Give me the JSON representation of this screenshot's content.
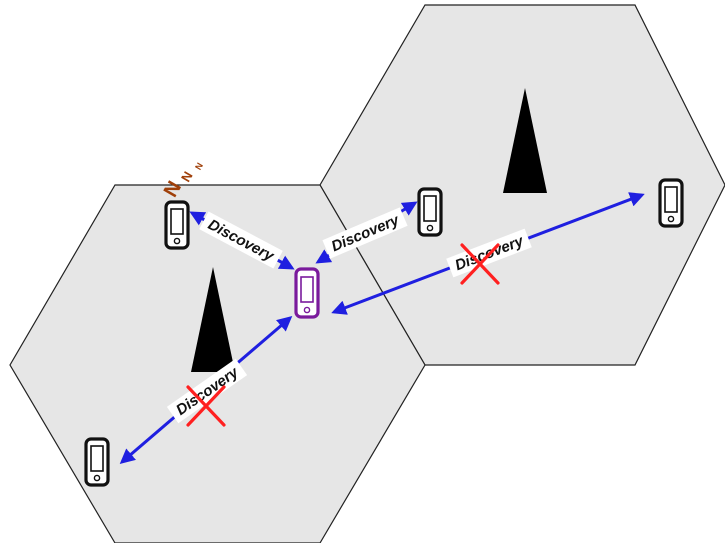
{
  "links": {
    "discovery_1": "Discovery",
    "discovery_2": "Discovery",
    "discovery_3": "Discovery",
    "discovery_4": "Discovery"
  },
  "sleep_symbol": {
    "z1": "N",
    "z2": "N",
    "z3": "N"
  },
  "colors": {
    "cell_fill": "#e6e6e6",
    "link": "#1f1fe0",
    "center_device": "#7a1a9c",
    "blocked_cross": "#ff2020",
    "sleep_symbol": "#a0400a"
  },
  "icons": [
    "cell-tower-icon",
    "mobile-phone-icon",
    "blocked-cross-icon",
    "sleep-zzz-icon"
  ]
}
